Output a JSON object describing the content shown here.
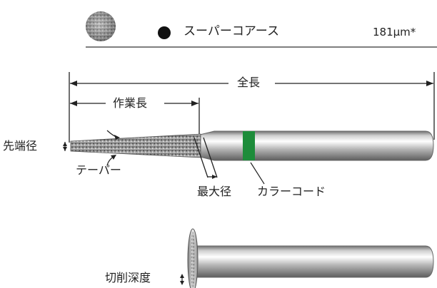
{
  "grit": {
    "name": "スーパーコアース",
    "size": "181μm*"
  },
  "labels": {
    "total_length": "全長",
    "working_length": "作業長",
    "tip_diameter": "先端径",
    "taper": "テーパー",
    "max_diameter": "最大径",
    "color_code": "カラーコード",
    "cutting_depth": "切削深度"
  },
  "colors": {
    "band": "#1d8c3a",
    "grit_dot": "#111111"
  },
  "icons": [
    "grit-particle-icon",
    "bullet-dot-icon"
  ]
}
